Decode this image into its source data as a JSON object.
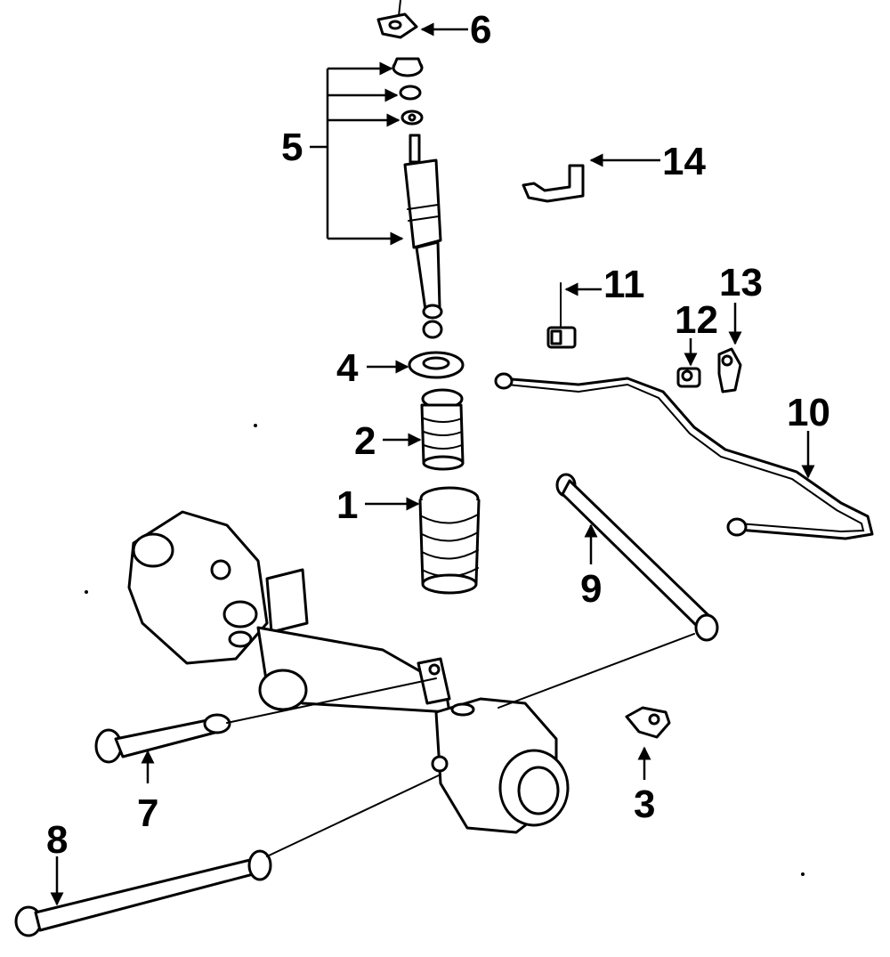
{
  "diagram": {
    "callouts": [
      {
        "id": "c1",
        "label": "1"
      },
      {
        "id": "c2",
        "label": "2"
      },
      {
        "id": "c3",
        "label": "3"
      },
      {
        "id": "c4",
        "label": "4"
      },
      {
        "id": "c5",
        "label": "5"
      },
      {
        "id": "c6",
        "label": "6"
      },
      {
        "id": "c7",
        "label": "7"
      },
      {
        "id": "c8",
        "label": "8"
      },
      {
        "id": "c9",
        "label": "9"
      },
      {
        "id": "c10",
        "label": "10"
      },
      {
        "id": "c11",
        "label": "11"
      },
      {
        "id": "c12",
        "label": "12"
      },
      {
        "id": "c13",
        "label": "13"
      },
      {
        "id": "c14",
        "label": "14"
      }
    ],
    "colors": {
      "ink": "#000000",
      "background": "#ffffff"
    }
  }
}
